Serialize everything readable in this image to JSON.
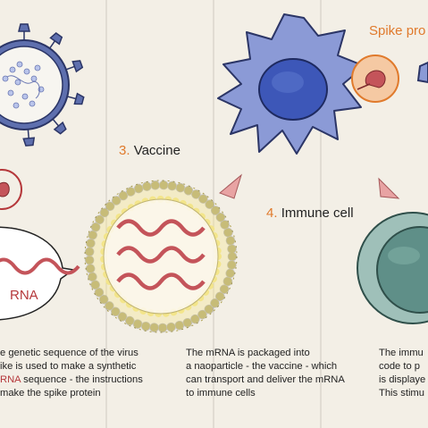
{
  "labels": {
    "vaccine": {
      "number": "3.",
      "text": "Vaccine"
    },
    "immune_cell": {
      "number": "4.",
      "text": "Immune cell"
    },
    "spike_protein": "Spike pro",
    "mrna_fragment": "RNA"
  },
  "descriptions": {
    "col2": {
      "l1": "e genetic sequence of the virus",
      "l2": "ike is used to make a synthetic",
      "l3_red": "RNA",
      "l3_rest": " sequence - the instructions",
      "l4": " make the spike protein"
    },
    "col3": {
      "l1": "The mRNA is packaged into",
      "l2": "a naoparticle - the vaccine - which",
      "l3": "can transport and deliver the mRNA",
      "l4": "to immune cells"
    },
    "col4": {
      "l1": "The immu",
      "l2": "code to p",
      "l3": "is displaye",
      "l4": "This stimu"
    }
  },
  "colors": {
    "background": "#f3efe6",
    "virus_blue": "#5e6fae",
    "immune_blue": "#8b9ad6",
    "nucleus_blue": "#3d57b8",
    "accent_orange": "#e07a2c",
    "mrna_red": "#c4545a",
    "lipid_yellow": "#f3e58a",
    "tcell_teal": "#5f8f88",
    "divider": "#cfcac0"
  }
}
